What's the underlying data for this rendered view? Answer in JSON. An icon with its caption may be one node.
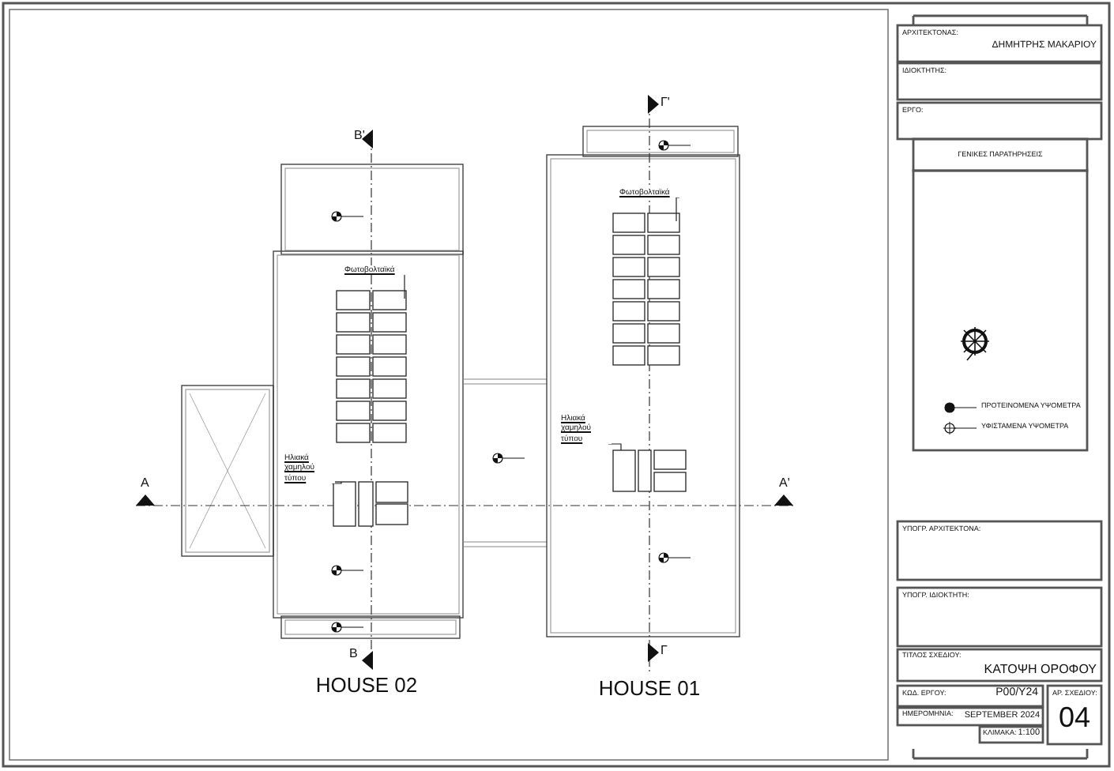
{
  "diagram": {
    "nodes": [
      {
        "text": [
          "Φωτοβολταϊκά"
        ]
      },
      {
        "text": [
          "Φωτοβολταϊκά"
        ]
      },
      {
        "text": [
          "Ηλιακά χαμηλού τύπου"
        ]
      },
      {
        "text": [
          "Ηλιακά χαμηλού τύπου"
        ]
      }
    ],
    "edges": [
      {
        "from": 0,
        "to": null,
        "arrow": "none"
      },
      {
        "from": 1,
        "to": null,
        "arrow": "none"
      },
      {
        "from": 2,
        "to": null,
        "arrow": "none"
      },
      {
        "from": 3,
        "to": null,
        "arrow": "none"
      }
    ],
    "labels": [
      "B'",
      "Γ'",
      "ΑΡΧΙΤΕΚΤΟΝΑΣ:",
      "ΔΗΜΗΤΡΗΣ ΜΑΚΑΡΙΟΥ",
      "ΙΔΙΟΚΤΗΤΗΣ:",
      "ΕΡΓΟ:",
      "ΓΕΝΙΚΕΣ ΠΑΡΑΤΗΡΗΣΕΙΣ",
      "A",
      "A'",
      "ΥΠΟΓΡ. ΑΡΧΙΤΕΚΤΟΝΑ:",
      "ΥΠΟΓΡ. ΙΔΙΟΚΤΗΤΗ:",
      "B",
      "Γ",
      "HOUSE 02",
      "HOUSE 01",
      "ΤΙΤΛΟΣ ΣΧΕΔΙΟΥ:",
      "ΚΑΤΟΨΗ ΟΡΟΦΟΥ",
      "ΚΩΔ. ΕΡΓΟΥ:",
      "P00/Y24",
      "ΑΡ. ΣΧΕΔΙΟΥ:",
      "ΗΜΕΡΟΜΗΝΙΑ:",
      "SEPTEMBER 2024",
      "ΚΛΙΜΑΚΑ:",
      "1:100",
      "04"
    ],
    "legend": [
      {
        "text": "ΠΡΟΤΕΙΝΟΜΕΝΑ ΥΨΟΜΕΤΡΑ"
      },
      {
        "text": "ΥΦΙΣΤΑΜΕΝΑ ΥΨΟΜΕΤΡΑ"
      }
    ]
  }
}
